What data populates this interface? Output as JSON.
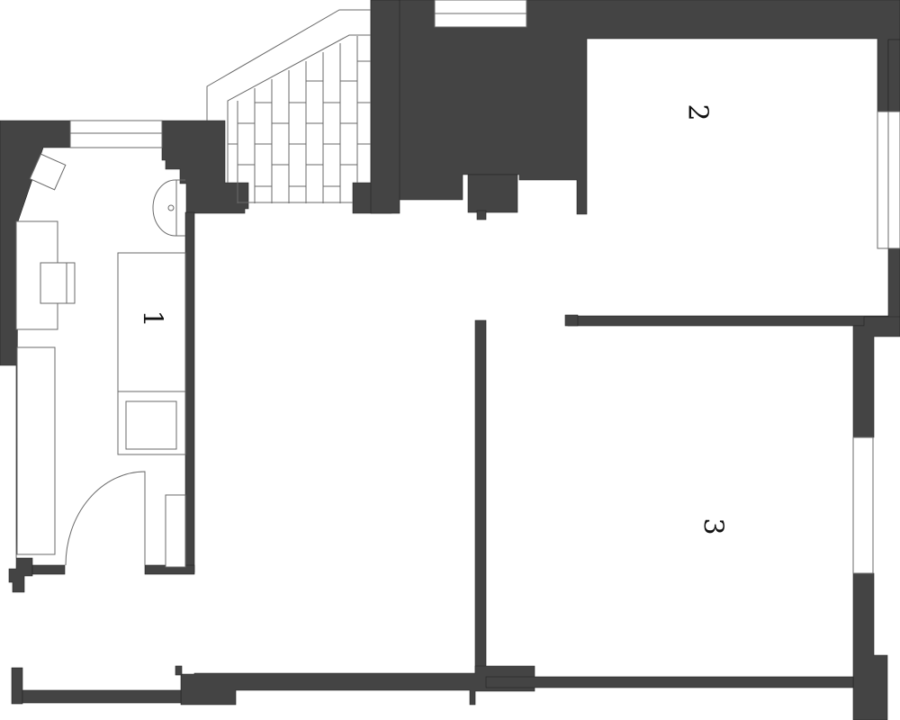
{
  "plan": {
    "type": "apartment floor plan",
    "colors": {
      "wall": "#444444",
      "line": "#6a6a6a",
      "background": "#ffffff"
    },
    "rooms": [
      {
        "id": "room-1",
        "label": "1",
        "kind": "bedroom / study",
        "orientation": "rotated 90deg"
      },
      {
        "id": "room-2",
        "label": "2",
        "kind": "bedroom",
        "orientation": "rotated 90deg"
      },
      {
        "id": "room-3",
        "label": "3",
        "kind": "bedroom",
        "orientation": "rotated 90deg"
      },
      {
        "id": "living",
        "label": "",
        "kind": "living / dining"
      },
      {
        "id": "bathroom",
        "label": "",
        "kind": "bathroom"
      },
      {
        "id": "hall",
        "label": "",
        "kind": "hallway"
      },
      {
        "id": "balcony",
        "label": "",
        "kind": "tiled balcony"
      }
    ]
  }
}
